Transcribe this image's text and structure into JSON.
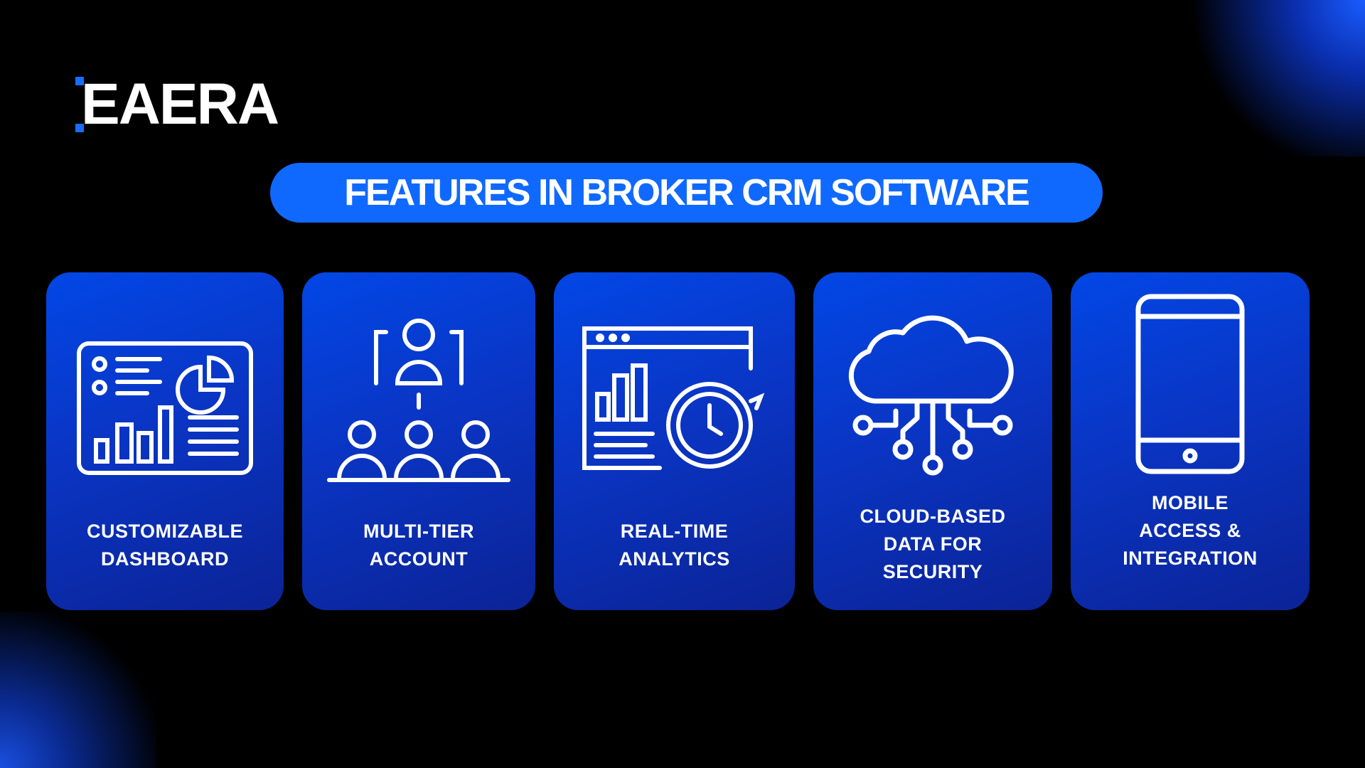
{
  "logo": {
    "text": "EAERA"
  },
  "title": "FEATURES IN BROKER CRM SOFTWARE",
  "colors": {
    "accent": "#1069ff",
    "card_top": "#0247e6",
    "card_bottom": "#0b2396"
  },
  "features": [
    {
      "icon": "dashboard-icon",
      "line1": "CUSTOMIZABLE",
      "line2": "DASHBOARD",
      "line3": ""
    },
    {
      "icon": "hierarchy-users-icon",
      "line1": "MULTI-TIER",
      "line2": "ACCOUNT",
      "line3": ""
    },
    {
      "icon": "analytics-clock-icon",
      "line1": "REAL-TIME",
      "line2": "ANALYTICS",
      "line3": ""
    },
    {
      "icon": "cloud-network-icon",
      "line1": "CLOUD-BASED",
      "line2": "DATA FOR",
      "line3": "SECURITY"
    },
    {
      "icon": "smartphone-icon",
      "line1": "MOBILE",
      "line2": "ACCESS &",
      "line3": "INTEGRATION"
    }
  ]
}
